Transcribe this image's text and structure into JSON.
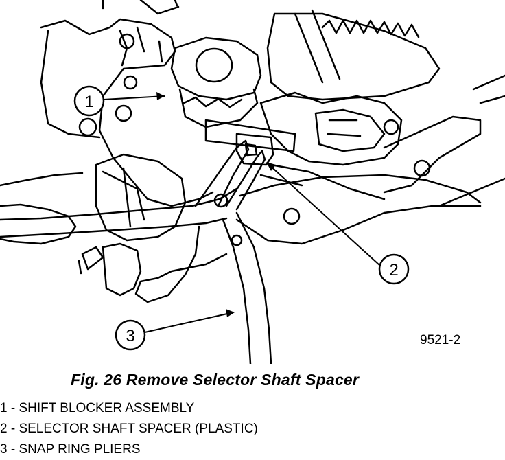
{
  "figure": {
    "caption": "Fig. 26 Remove Selector Shaft Spacer",
    "figure_code": "9521-2"
  },
  "callouts": [
    {
      "number": "1"
    },
    {
      "number": "2"
    },
    {
      "number": "3"
    }
  ],
  "legend": [
    {
      "text": "1 - SHIFT BLOCKER ASSEMBLY"
    },
    {
      "text": "2 - SELECTOR SHAFT SPACER (PLASTIC)"
    },
    {
      "text": "3 - SNAP RING PLIERS"
    }
  ]
}
